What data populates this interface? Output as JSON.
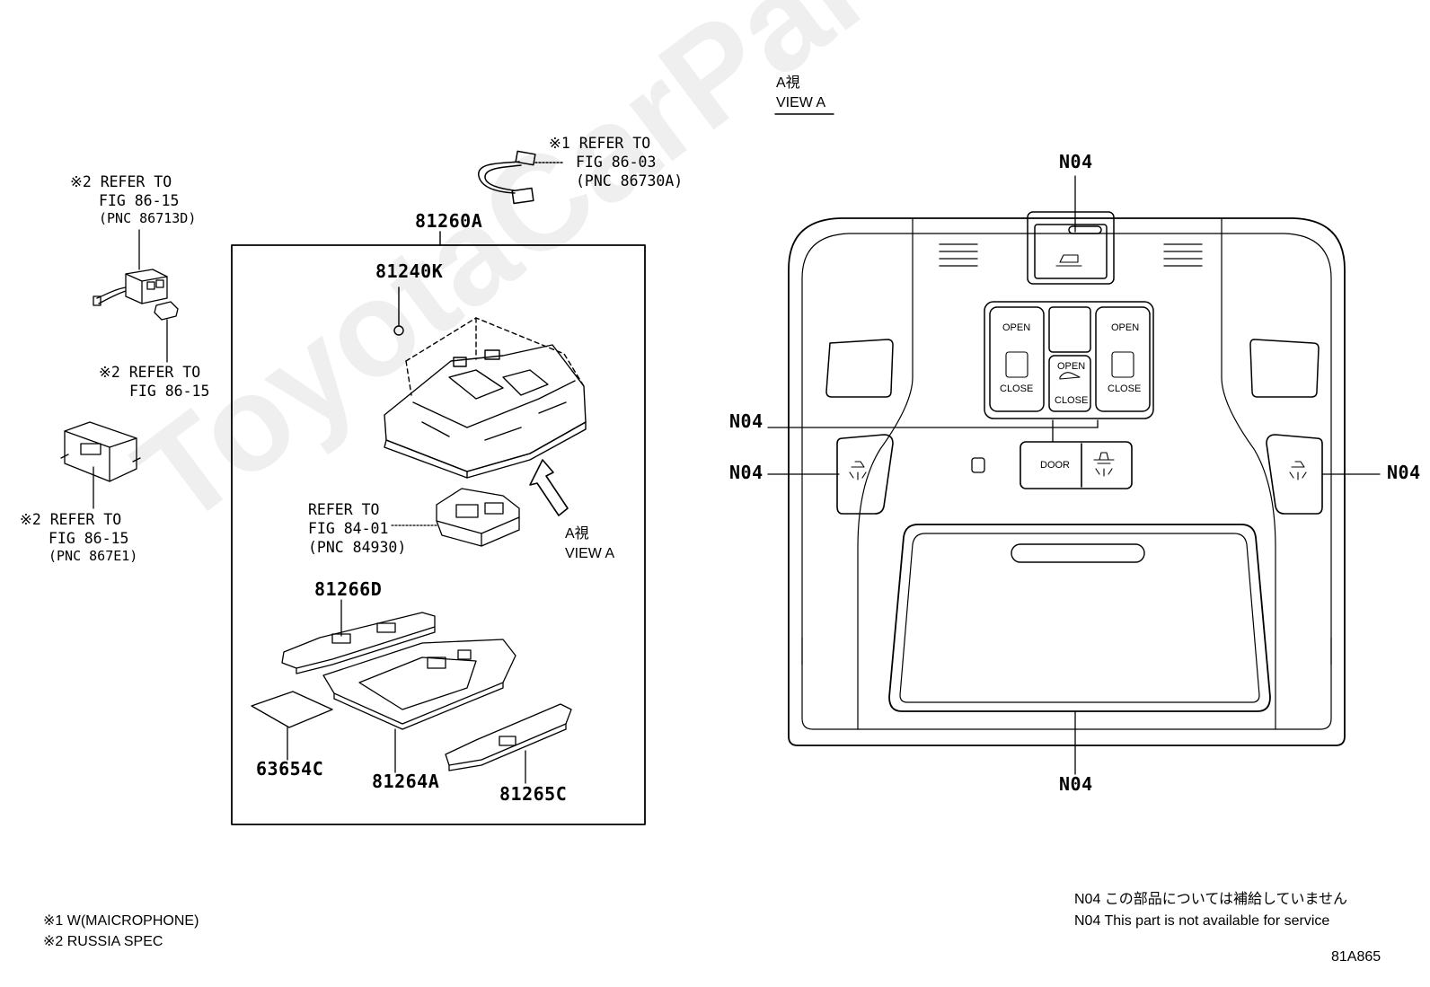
{
  "watermark": "ToyotaCarParts.ru",
  "view_heading": {
    "jp": "A視",
    "en": "VIEW A"
  },
  "view_arrow": {
    "jp": "A視",
    "en": "VIEW A"
  },
  "parts": {
    "assembly": "81260A",
    "bulb": "81240K",
    "cover_upper": "81266D",
    "housing": "81264A",
    "lens": "81265C",
    "pad": "63654C"
  },
  "refs": {
    "mic": [
      "※1 REFER TO",
      "FIG 86-03",
      "(PNC 86730A)"
    ],
    "switch_a": [
      "※2 REFER TO",
      "FIG 86-15",
      "(PNC 86713D)"
    ],
    "switch_b": [
      "※2 REFER TO",
      "FIG 86-15"
    ],
    "module": [
      "※2 REFER TO",
      "FIG 86-15",
      "(PNC 867E1)"
    ],
    "console": [
      "REFER TO",
      "FIG 84-01",
      "(PNC 84930)"
    ]
  },
  "non_service_code": "N04",
  "switch_labels": {
    "open": "OPEN",
    "close": "CLOSE",
    "door": "DOOR"
  },
  "footnotes": [
    "※1 W(MAICROPHONE)",
    "※2 RUSSIA SPEC"
  ],
  "legend": [
    "N04 この部品については補給していません",
    "N04 This part is not available for service"
  ],
  "figure_id": "81A865"
}
